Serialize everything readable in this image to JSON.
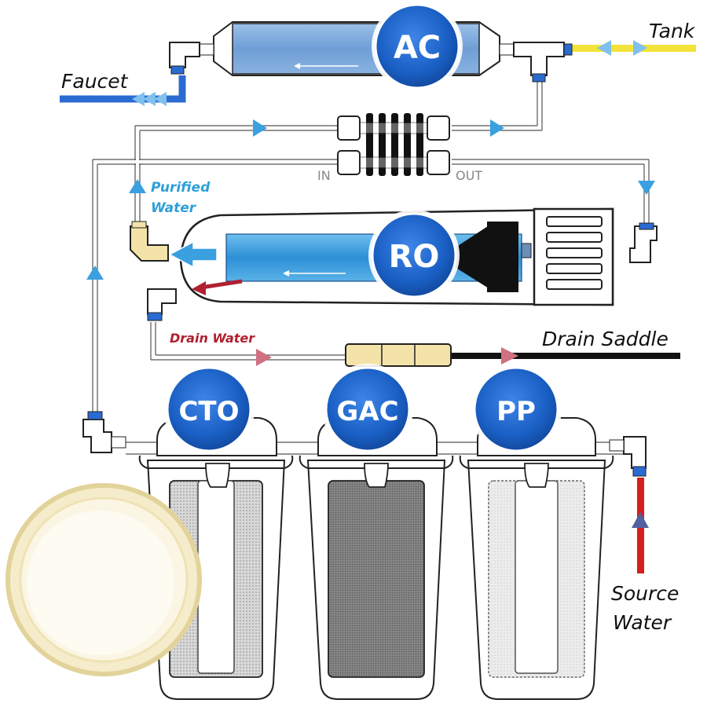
{
  "labels": {
    "faucet": "Faucet",
    "tank": "Tank",
    "purified_line1": "Purified",
    "purified_line2": "Water",
    "drain_water": "Drain Water",
    "drain_saddle": "Drain Saddle",
    "source_line1": "Source",
    "source_line2": "Water",
    "in": "IN",
    "out": "OUT"
  },
  "stages": {
    "ac": "AC",
    "ro": "RO",
    "cto": "CTO",
    "gac": "GAC",
    "pp": "PP"
  },
  "colors": {
    "badge_blue": "#1a5fc4",
    "faucet_line": "#2a6bd1",
    "tank_line": "#f2e23a",
    "source_line": "#d61e1e",
    "drain_line": "#111111",
    "flow_arrow": "#3aa0e0",
    "drain_arrow": "#b02030"
  }
}
